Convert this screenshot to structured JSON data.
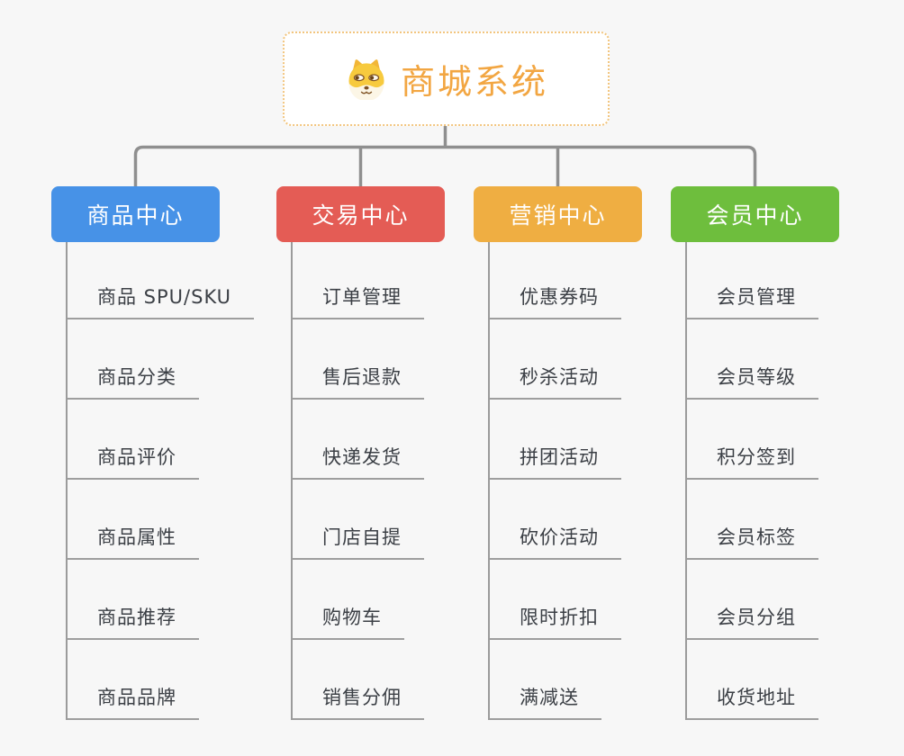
{
  "root": {
    "title": "商城系统",
    "icon": "doge-icon"
  },
  "branches": [
    {
      "label": "商品中心",
      "color": "#4792e7",
      "children": [
        "商品 SPU/SKU",
        "商品分类",
        "商品评价",
        "商品属性",
        "商品推荐",
        "商品品牌"
      ]
    },
    {
      "label": "交易中心",
      "color": "#e45c55",
      "children": [
        "订单管理",
        "售后退款",
        "快递发货",
        "门店自提",
        "购物车",
        "销售分佣"
      ]
    },
    {
      "label": "营销中心",
      "color": "#efae42",
      "children": [
        "优惠券码",
        "秒杀活动",
        "拼团活动",
        "砍价活动",
        "限时折扣",
        "满减送"
      ]
    },
    {
      "label": "会员中心",
      "color": "#6ebe3d",
      "children": [
        "会员管理",
        "会员等级",
        "积分签到",
        "会员标签",
        "会员分组",
        "收货地址"
      ]
    }
  ],
  "colors": {
    "background": "#f7f7f7",
    "connector": "#8f8f8f",
    "leaf_line": "#9e9e9e",
    "root_border": "#f2c57e",
    "root_title": "#f2a642",
    "leaf_text": "#3b3f45"
  }
}
